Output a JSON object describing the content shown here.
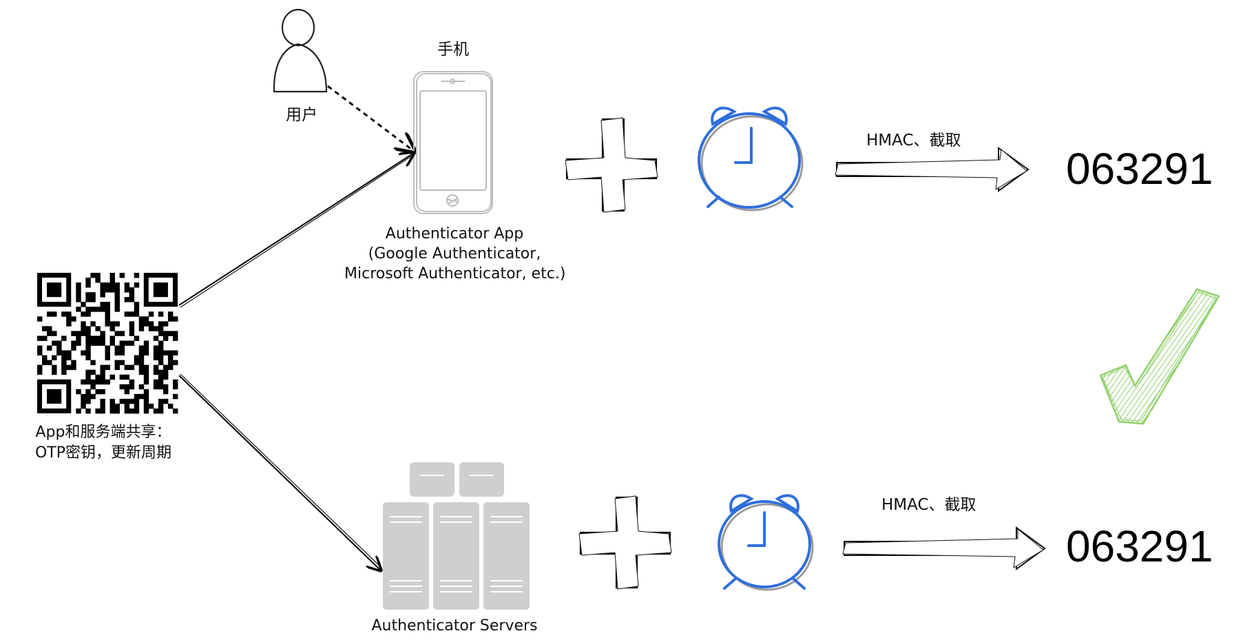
{
  "phone": {
    "title": "手机"
  },
  "user": {
    "label": "用户"
  },
  "app": {
    "line1": "Authenticator App",
    "line2": "(Google Authenticator,",
    "line3": "Microsoft Authenticator, etc.)"
  },
  "qr": {
    "line1": "App和服务端共享：",
    "line2": "OTP密钥，更新周期"
  },
  "server": {
    "label": "Authenticator Servers"
  },
  "top_flow": {
    "arrow_label": "HMAC、截取",
    "code": "063291"
  },
  "bottom_flow": {
    "arrow_label": "HMAC、截取",
    "code": "063291"
  },
  "colors": {
    "clock": "#2f6fdc",
    "check": "#8fd16a",
    "server": "#cfcfcf",
    "phone": "#bdbdbd"
  }
}
